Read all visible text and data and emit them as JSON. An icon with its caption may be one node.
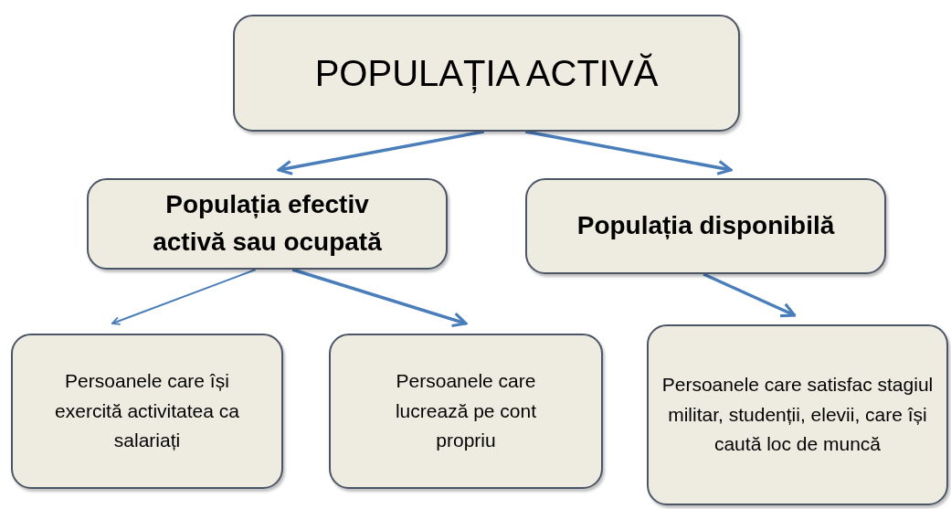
{
  "diagram": {
    "nodes": [
      {
        "text": [
          "POPULAȚIA ACTIVĂ"
        ]
      },
      {
        "text": [
          "Populația efectiv activă sau ocupată"
        ]
      },
      {
        "text": [
          "Populația disponibilă"
        ]
      },
      {
        "text": [
          "Persoanele care își exercită activitatea ca salariați"
        ]
      },
      {
        "text": [
          "Persoanele care lucrează pe cont propriu"
        ]
      },
      {
        "text": [
          "Persoanele care satisfac stagiul militar, studenții, elevii, care își caută loc de muncă"
        ]
      }
    ],
    "edges": [
      {
        "from": 0,
        "to": 1,
        "arrow": "to"
      },
      {
        "from": 0,
        "to": 2,
        "arrow": "to"
      },
      {
        "from": 1,
        "to": 3,
        "arrow": "to"
      },
      {
        "from": 1,
        "to": 4,
        "arrow": "to"
      },
      {
        "from": 2,
        "to": 5,
        "arrow": "to"
      }
    ]
  }
}
